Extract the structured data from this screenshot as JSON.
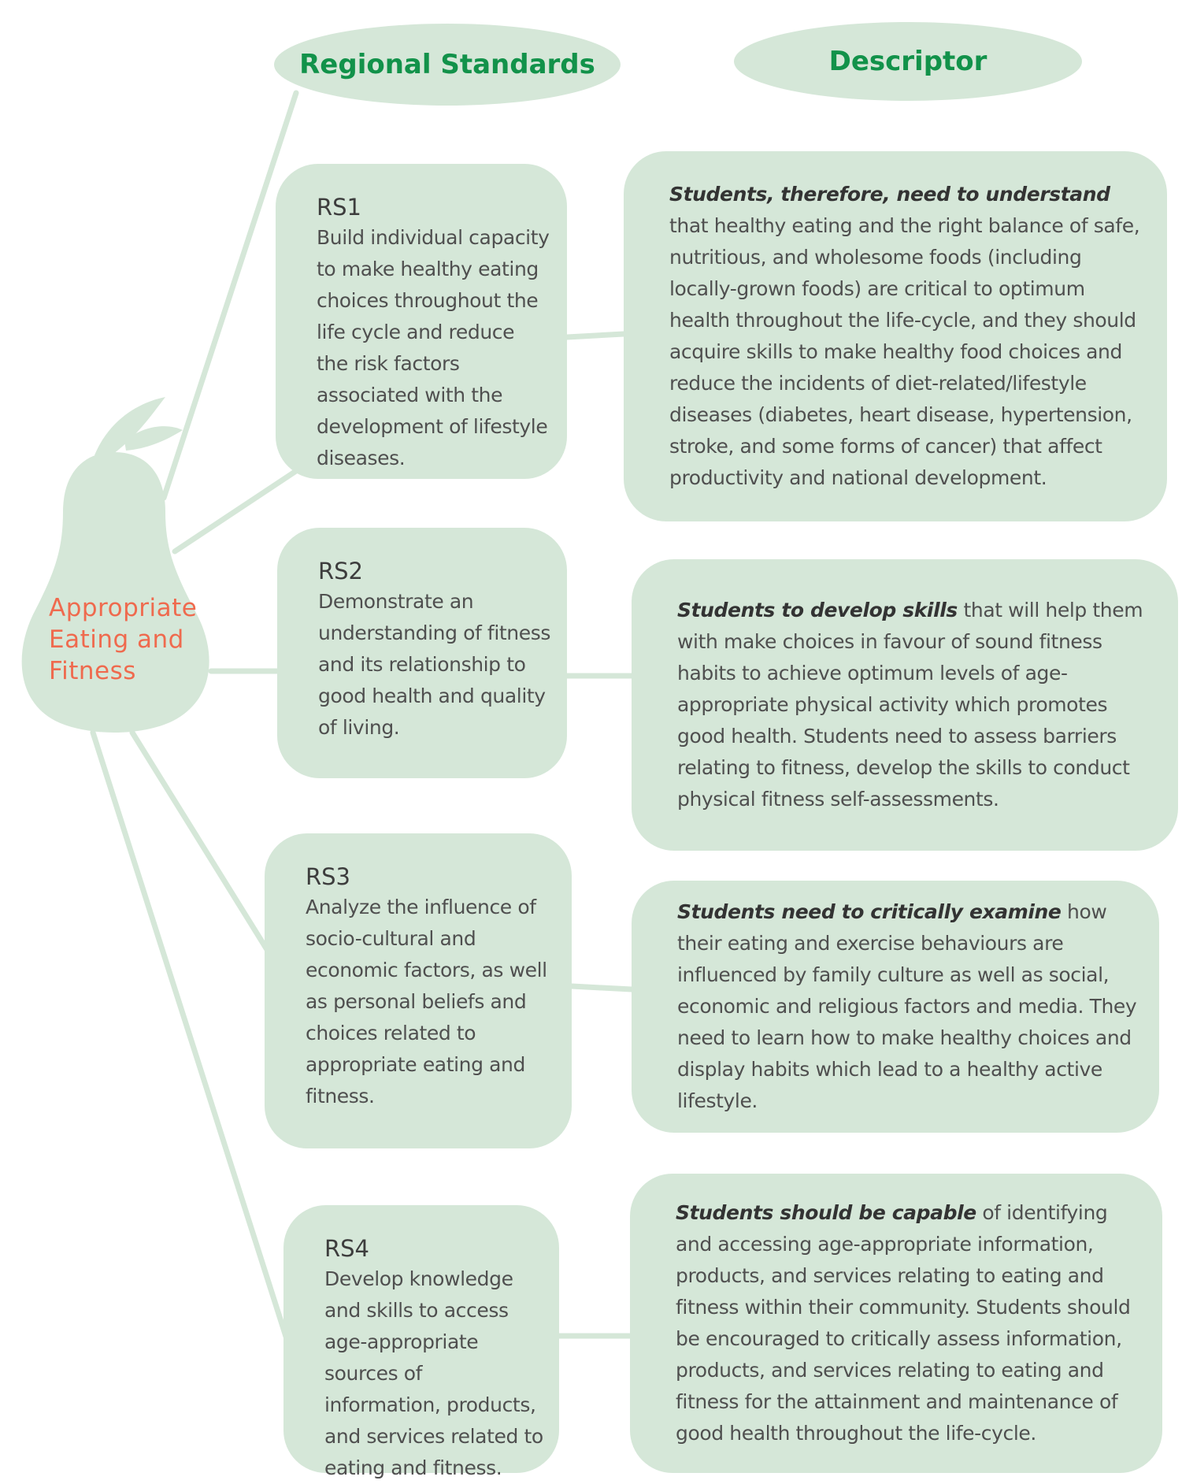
{
  "headers": {
    "regional_standards": "Regional Standards",
    "descriptor": "Descriptor"
  },
  "center": {
    "line1": "Appropriate",
    "line2": "Eating and",
    "line3": "Fitness"
  },
  "standards": [
    {
      "code": "RS1",
      "text": "Build individual capacity to make healthy eating choices throughout the life cycle and reduce the risk factors associated with the development of lifestyle diseases."
    },
    {
      "code": "RS2",
      "text": "Demonstrate an understanding of fitness and its relationship to good health and quality of living."
    },
    {
      "code": "RS3",
      "text": "Analyze the influence of socio-cultural and economic factors, as well as personal beliefs and choices related to appropriate eating and fitness."
    },
    {
      "code": "RS4",
      "text": "Develop knowledge and skills to access age-appropriate sources of information, products, and services related to eating and fitness."
    }
  ],
  "descriptors": [
    {
      "lead": "Students, therefore, need to understand",
      "text": " that healthy eating and the right balance of safe, nutritious, and wholesome foods (including locally-grown foods) are critical to optimum health throughout the life-cycle, and they should acquire skills to make healthy food choices and reduce the incidents of diet-related/lifestyle diseases (diabetes, heart disease, hypertension, stroke, and some forms of cancer) that affect productivity and national development."
    },
    {
      "lead": "Students to develop skills",
      "text": " that will help them with make choices in favour of sound fitness habits to achieve optimum levels of age-appropriate physical activity which promotes good health. Students need to assess barriers relating to fitness, develop the skills to conduct physical fitness self-assessments."
    },
    {
      "lead": "Students need to critically examine",
      "text": " how their eating and exercise behaviours are influenced by family culture as well as social, economic and religious factors and media. They need to learn how to make healthy choices and display habits which lead to a healthy active lifestyle."
    },
    {
      "lead": "Students should be capable",
      "text": " of identifying and accessing age-appropriate information, products, and services relating to eating and fitness within their community. Students should be encouraged to critically assess information, products, and services relating to eating and fitness for the attainment and maintenance of good health throughout the life-cycle."
    }
  ],
  "colors": {
    "shape_fill": "#d5e7d8",
    "connector": "#d5e7d8",
    "header_text": "#12924a",
    "center_text": "#ef6a4e",
    "body_text": "#4f4f4f"
  }
}
